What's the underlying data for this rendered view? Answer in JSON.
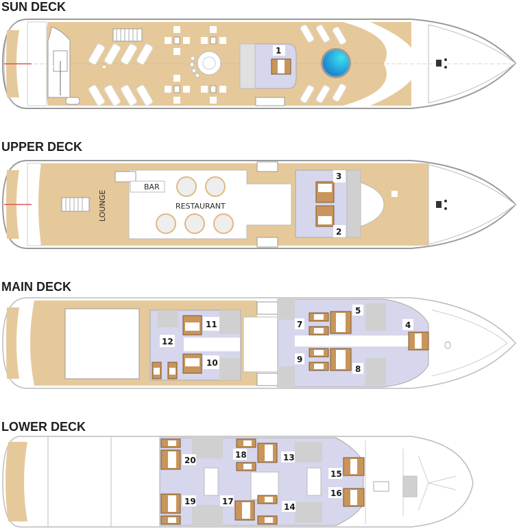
{
  "colors": {
    "teak": "#e6c99a",
    "cabin": "#d6d6ec",
    "bed": "#c9955a",
    "bathroom": "#d0d0d0",
    "hull_outline": "#9a9a9a",
    "pool": "#1fa8dc",
    "white": "#ffffff"
  },
  "decks": [
    {
      "id": "sun",
      "title": "SUN DECK",
      "cabins": [
        {
          "number": "1"
        }
      ],
      "areas": []
    },
    {
      "id": "upper",
      "title": "UPPER DECK",
      "cabins": [
        {
          "number": "3"
        },
        {
          "number": "2"
        }
      ],
      "areas": [
        {
          "label": "LOUNGE"
        },
        {
          "label": "BAR"
        },
        {
          "label": "RESTAURANT"
        }
      ]
    },
    {
      "id": "main",
      "title": "MAIN DECK",
      "cabins": [
        {
          "number": "11"
        },
        {
          "number": "12"
        },
        {
          "number": "10"
        },
        {
          "number": "7"
        },
        {
          "number": "5"
        },
        {
          "number": "9"
        },
        {
          "number": "8"
        },
        {
          "number": "4"
        }
      ],
      "areas": []
    },
    {
      "id": "lower",
      "title": "LOWER DECK",
      "cabins": [
        {
          "number": "20"
        },
        {
          "number": "18"
        },
        {
          "number": "13"
        },
        {
          "number": "15"
        },
        {
          "number": "19"
        },
        {
          "number": "17"
        },
        {
          "number": "14"
        },
        {
          "number": "16"
        }
      ],
      "areas": []
    }
  ]
}
